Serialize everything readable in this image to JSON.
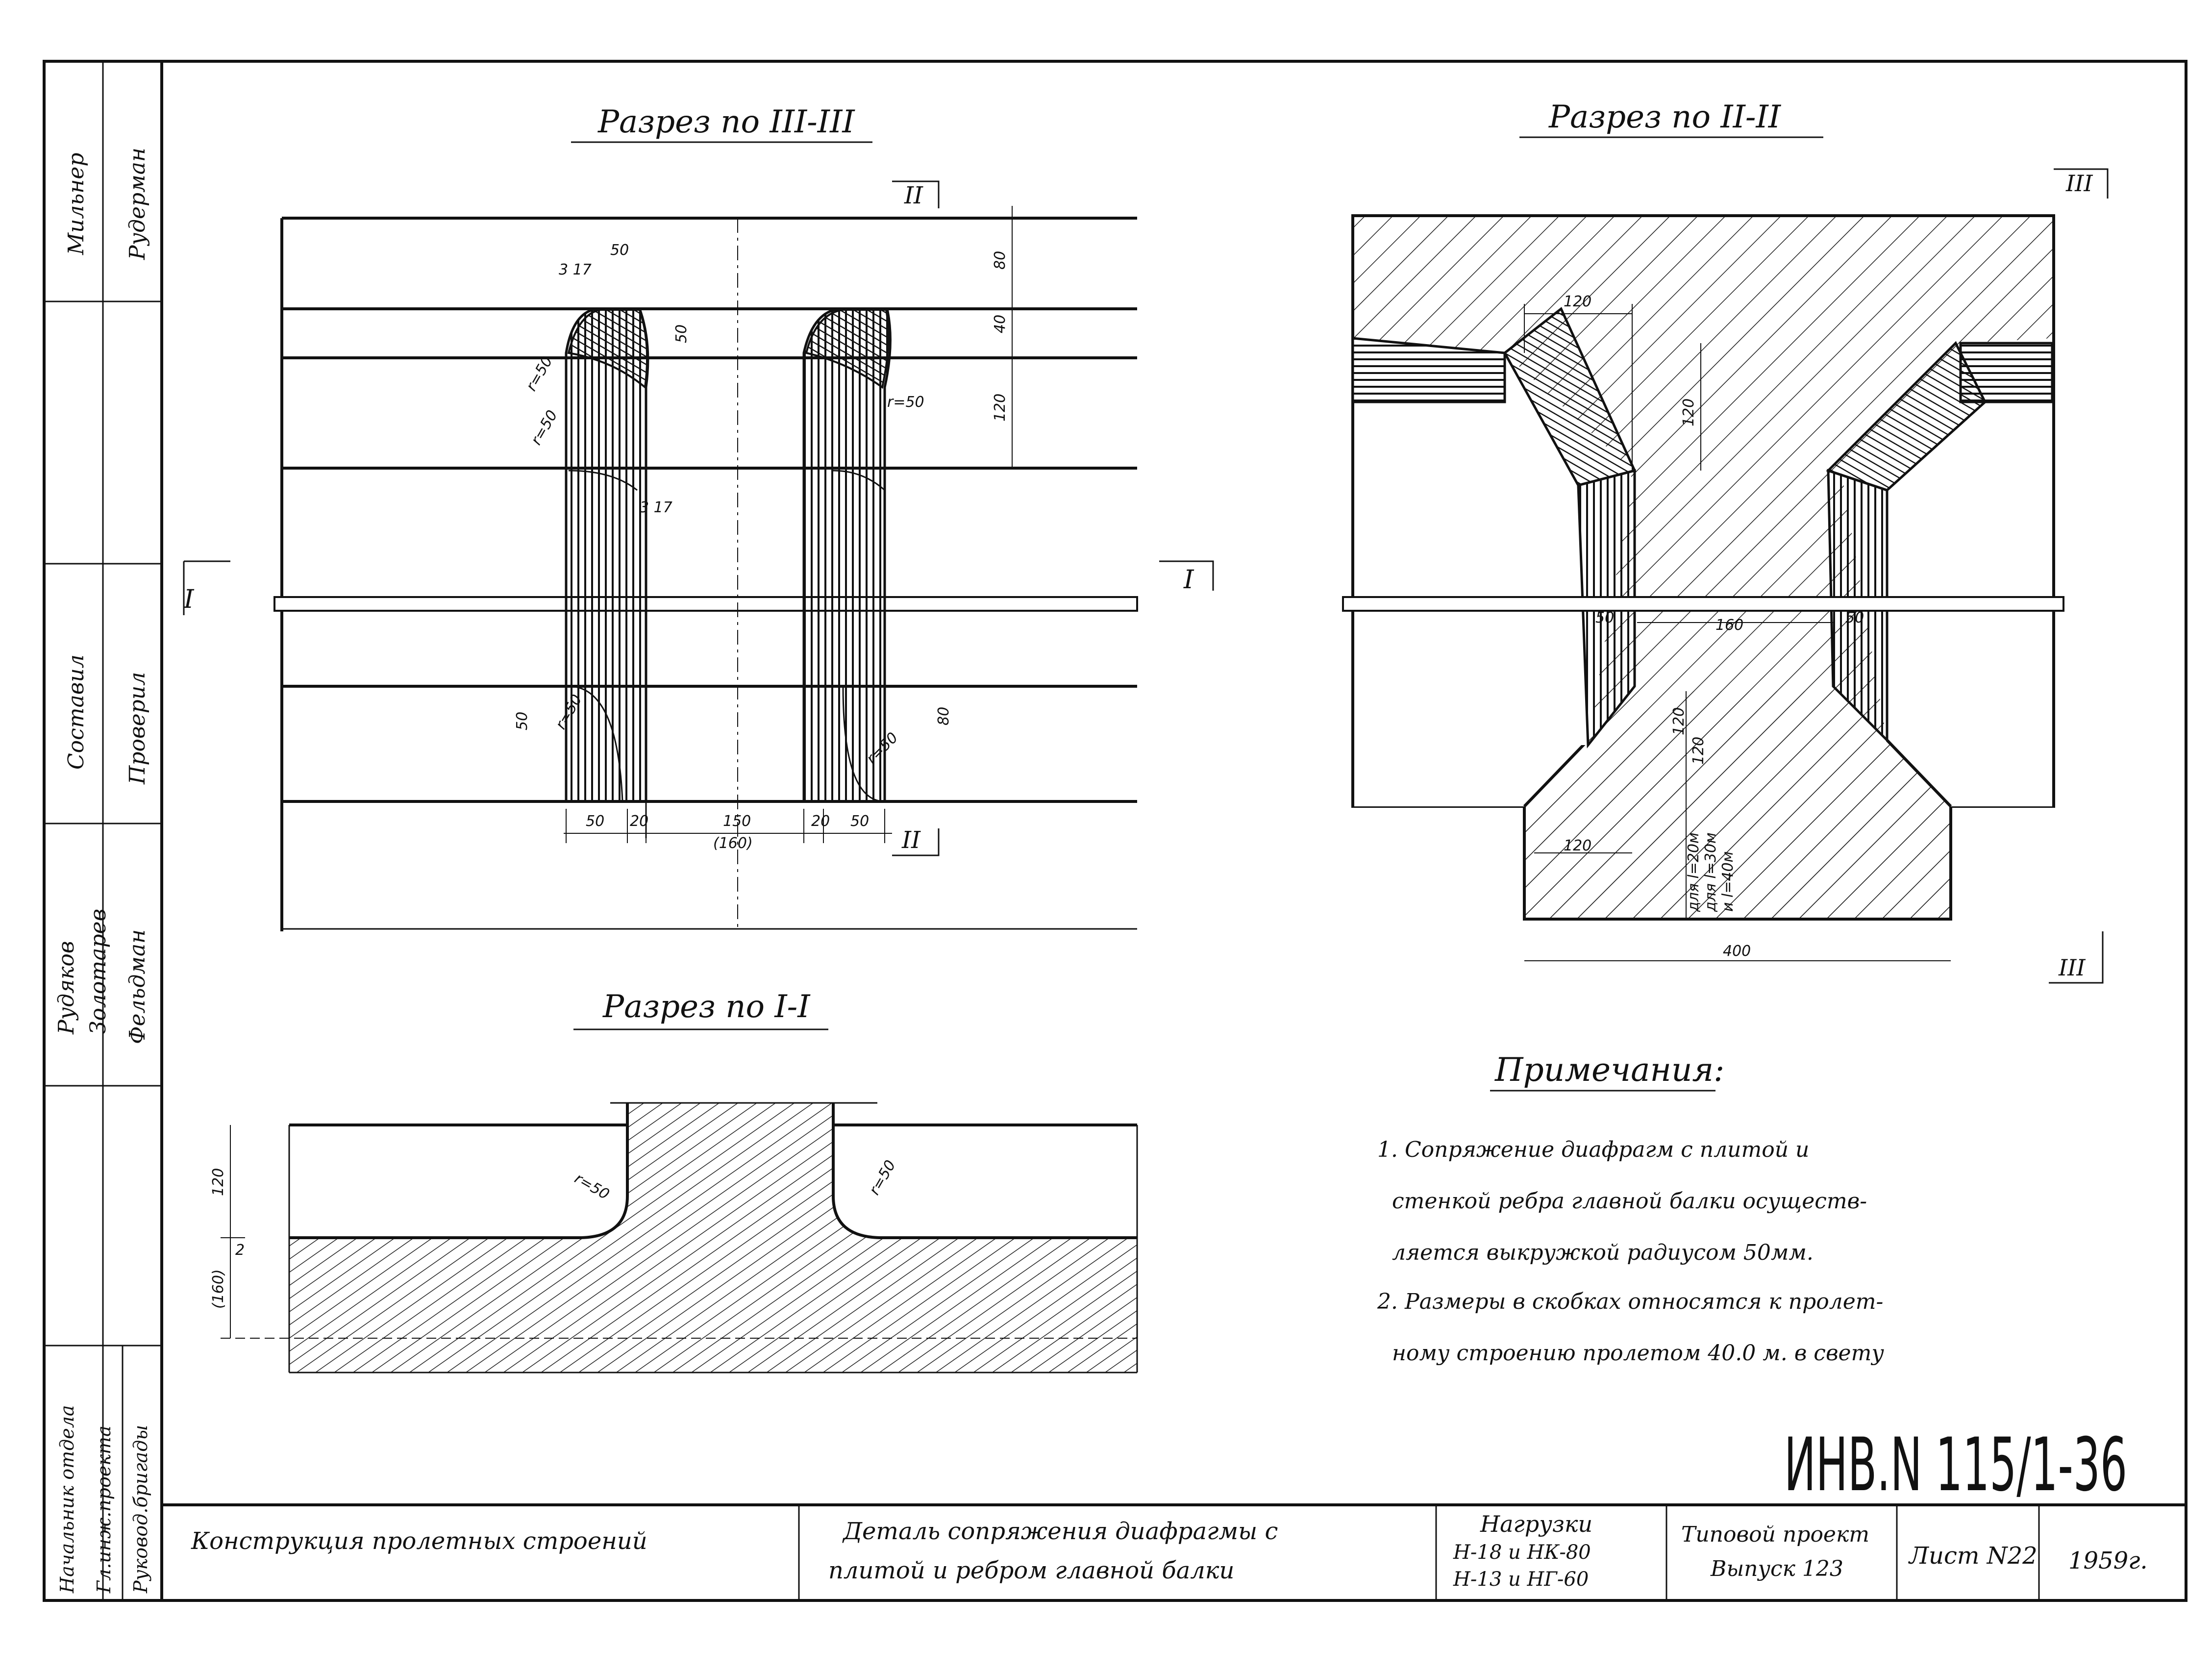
{
  "sections": {
    "s3": "Разрез по III-III",
    "s2": "Разрез по II-II",
    "s1": "Разрез по I-I"
  },
  "cut_marks": {
    "ii": "II",
    "i": "I",
    "iii": "III"
  },
  "dims_s3": {
    "d50_top": "50",
    "d3_17_top": "3 17",
    "d80": "80",
    "d40": "40",
    "d120": "120",
    "d50_right": "50",
    "r50_a": "r=50",
    "r50_b": "r=50",
    "r50_c": "r=50",
    "d3_17_mid": "3 17",
    "d50_low": "50",
    "r50_low_l": "r=50",
    "r50_low_r": "r=50",
    "d80_low": "80",
    "b50_l": "50",
    "b20_l": "20",
    "b150": "150",
    "b160": "(160)",
    "b20_r": "20",
    "b50_r": "50"
  },
  "dims_s2": {
    "d120_top": "120",
    "d120_v": "120",
    "d50_l": "50",
    "d160": "160",
    "d50_r": "50",
    "d120_a": "120",
    "d120_b": "120",
    "d120_c": "120",
    "lbl1": "для l=20м",
    "lbl2": "для l=30м",
    "lbl3": "и l=40м",
    "d400": "400"
  },
  "dims_s1": {
    "d120": "120",
    "d160": "(160)",
    "d2": "2",
    "r50_l": "r=50",
    "r50_r": "r=50"
  },
  "notes": {
    "heading": "Примечания:",
    "line1": "1. Сопряжение диафрагм с плитой и",
    "line2": "стенкой ребра главной балки осуществ-",
    "line3": "ляется выкружкой радиусом 50мм.",
    "line4": "2. Размеры в скобках относятся к пролет-",
    "line5": "ному строению пролетом 40.0 м. в свету"
  },
  "sheet_code": "ИНВ.N 115/1-36",
  "side_stamp": {
    "r1a": "Мильнер",
    "r1b": "Рудерман",
    "r2a": "Составил",
    "r2b": "Проверил",
    "r3a": "Рудяков",
    "r3b": "Золотарев",
    "r3c": "Фельдман",
    "r4a": "Начальник отдела",
    "r4b": "Гл.инж.проекта",
    "r4c": "Руковод.бригады"
  },
  "title_block": {
    "construction": "Конструкция пролетных строений",
    "detail_1": "Деталь сопряжения диафрагмы с",
    "detail_2": "плитой и ребром главной балки",
    "loads_h": "Нагрузки",
    "loads_1": "Н-18 и НК-80",
    "loads_2": "Н-13 и НГ-60",
    "project_1": "Типовой проект",
    "project_2": "Выпуск 123",
    "sheet": "Лист N22",
    "year": "1959г."
  }
}
